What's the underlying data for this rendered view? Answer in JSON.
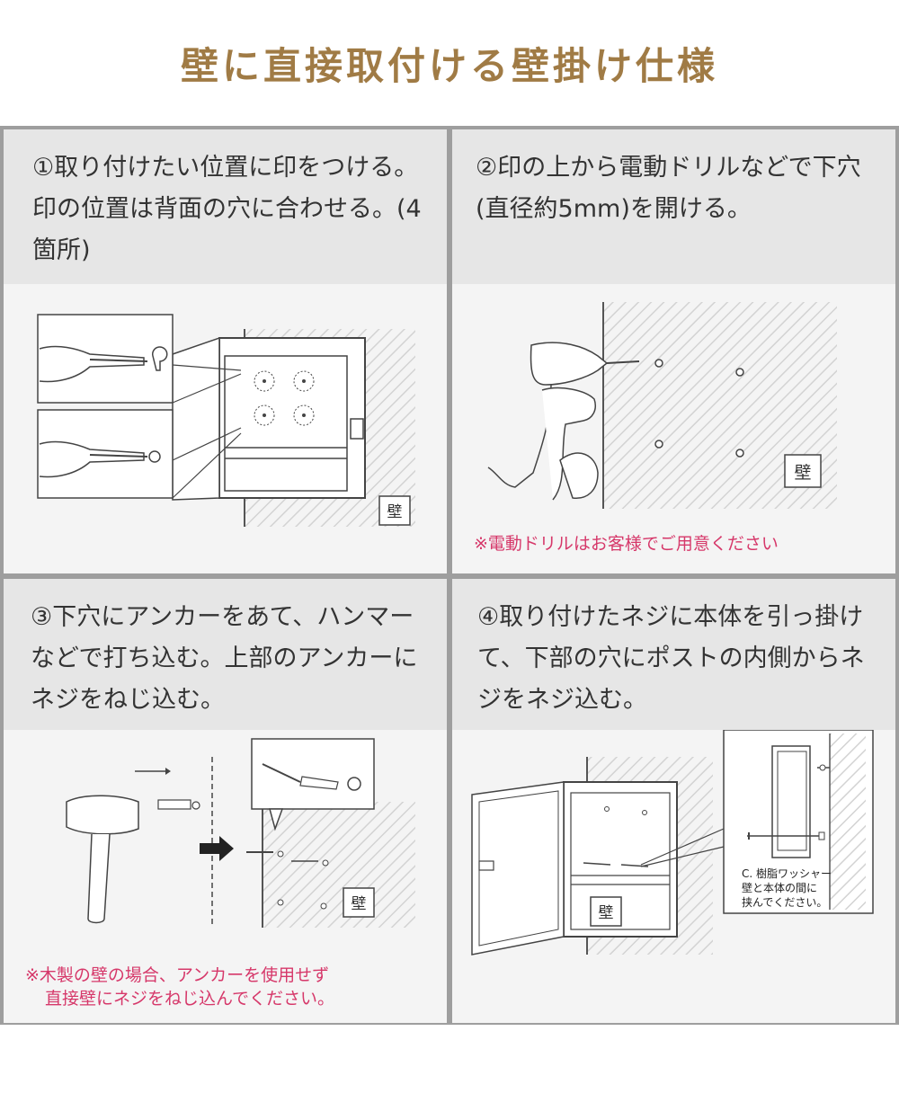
{
  "title": "壁に直接取付ける壁掛け仕様",
  "steps": [
    {
      "text": "①取り付けたい位置に印をつける。印の位置は背面の穴に合わせる。(4箇所)"
    },
    {
      "text": "②印の上から電動ドリルなどで下穴(直径約5mm)を開ける。"
    },
    {
      "text": "③下穴にアンカーをあて、ハンマーなどで打ち込む。上部のアンカーにネジをねじ込む。"
    },
    {
      "text": "④取り付けたネジに本体を引っ掛けて、下部の穴にポストの内側からネジをネジ込む。"
    }
  ],
  "wall_label": "壁",
  "notes": {
    "step2": "※電動ドリルはお客様でご用意ください",
    "step3_line1": "※木製の壁の場合、アンカーを使用せず",
    "step3_line2": "直接壁にネジをねじ込んでください。"
  },
  "callout": {
    "line1": "C. 樹脂ワッシャー",
    "line2": "壁と本体の間に",
    "line3": "挟んでください。"
  }
}
